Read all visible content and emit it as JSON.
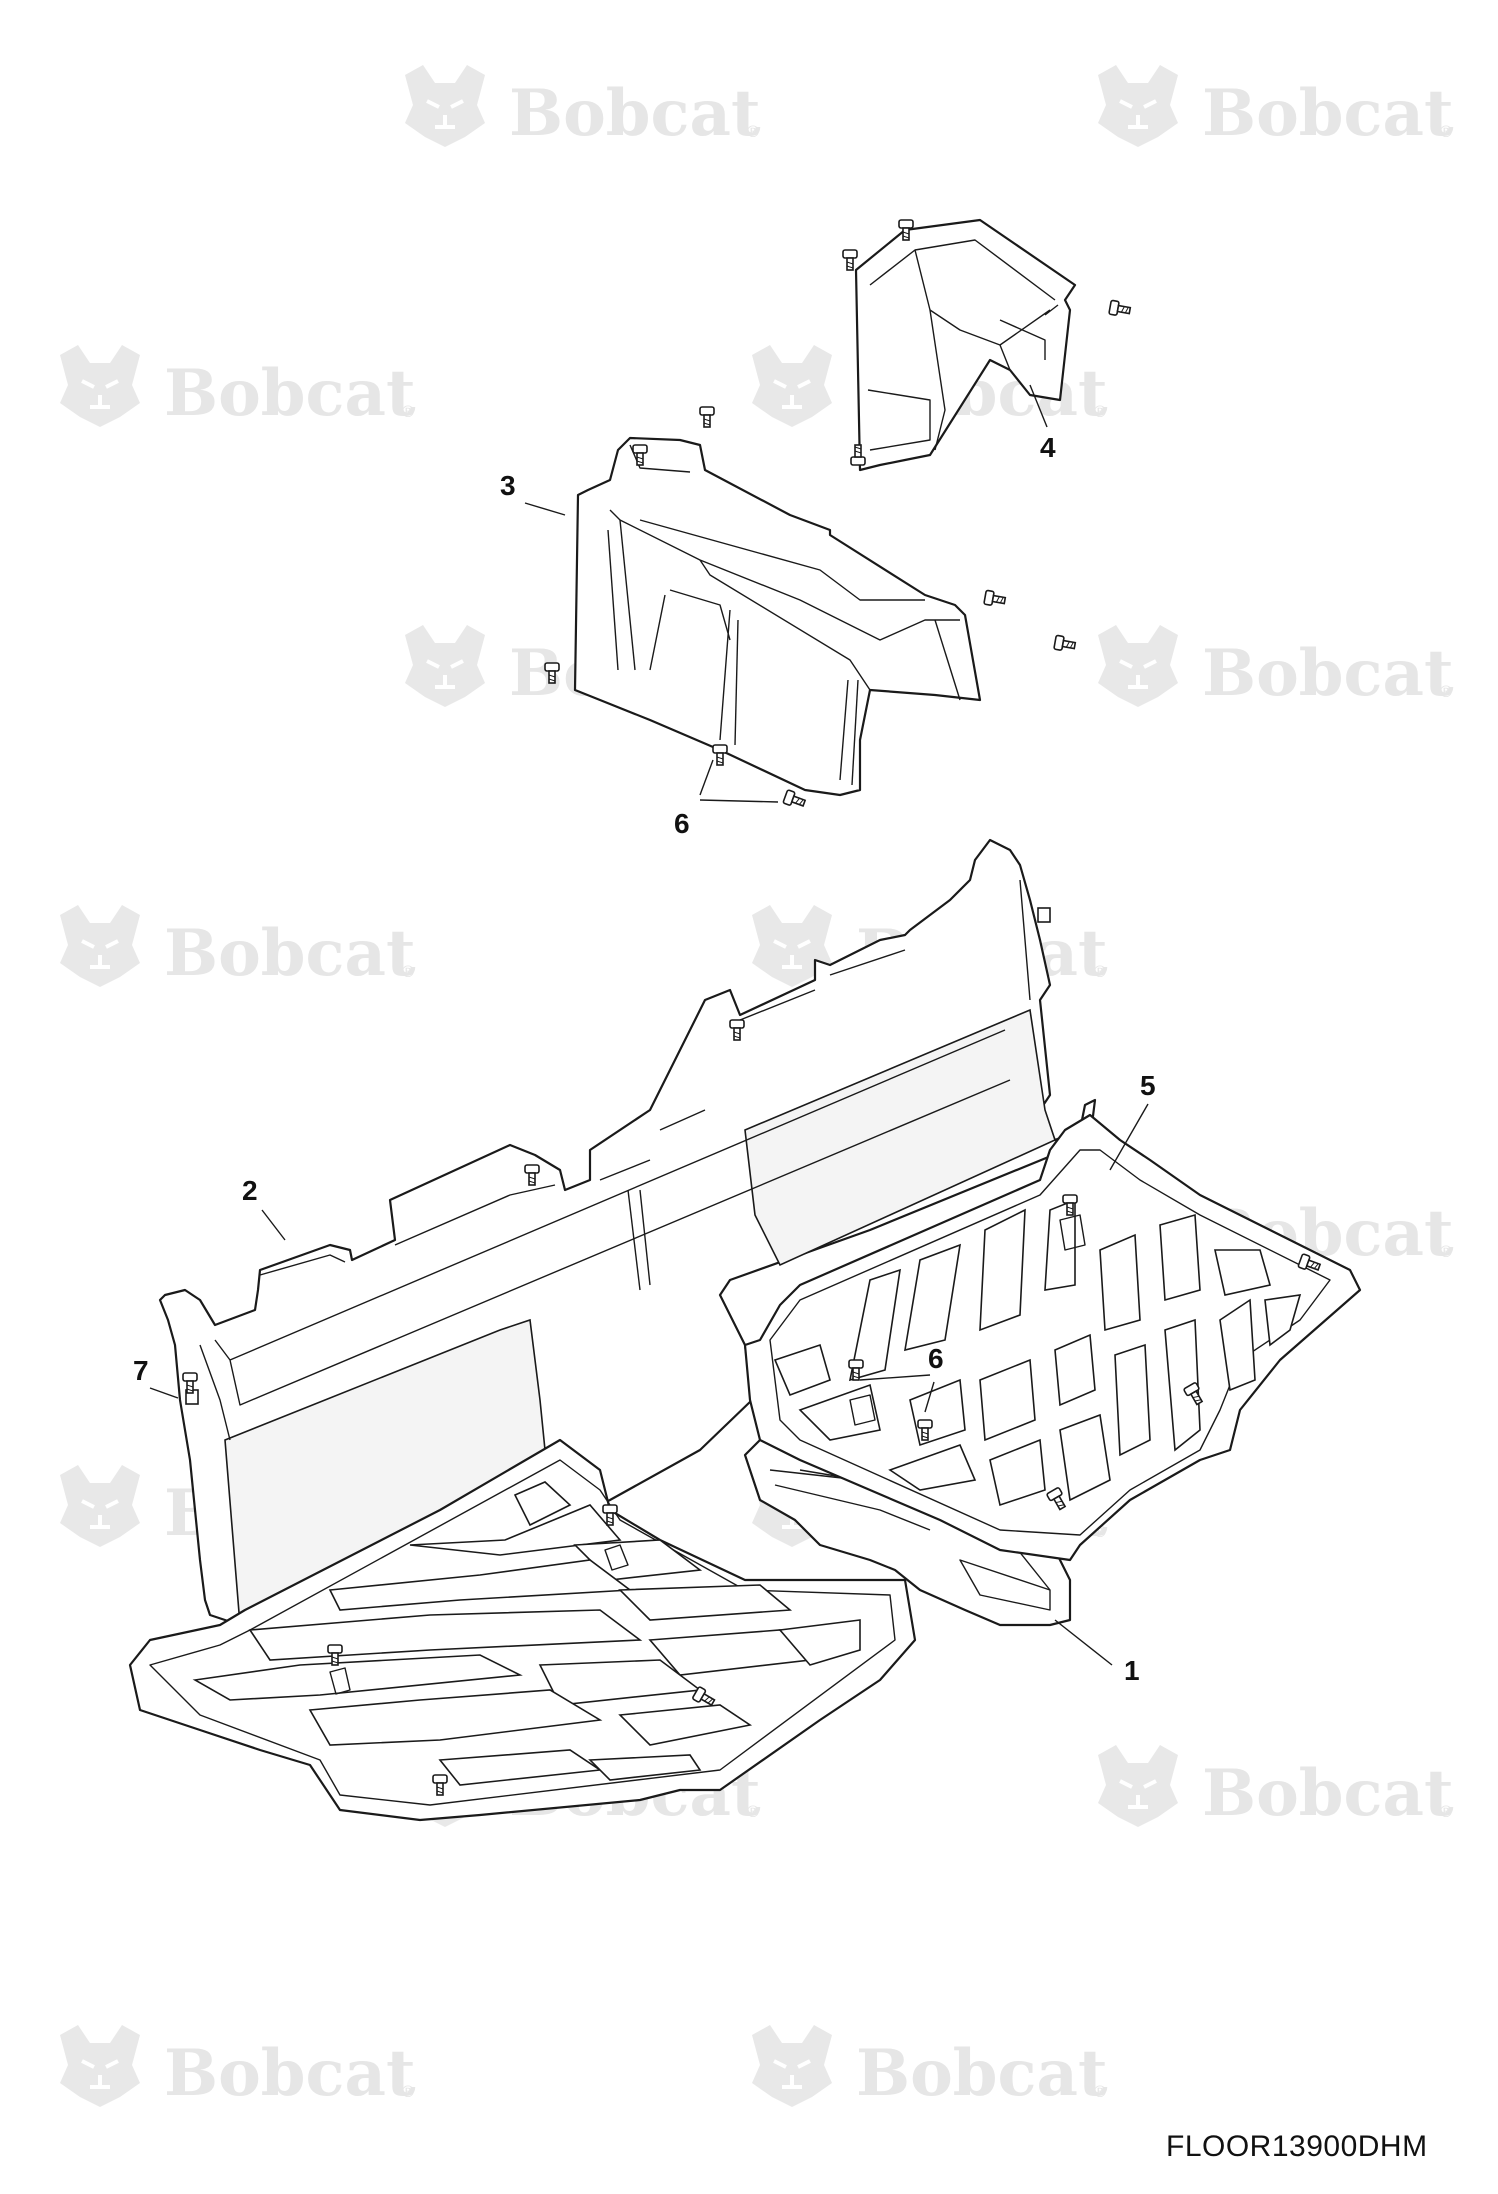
{
  "watermark": {
    "brand": "Bobcat",
    "registered_mark": "®"
  },
  "callouts": [
    {
      "id": "c1",
      "label": "1"
    },
    {
      "id": "c2",
      "label": "2"
    },
    {
      "id": "c3",
      "label": "3"
    },
    {
      "id": "c4",
      "label": "4"
    },
    {
      "id": "c5",
      "label": "5"
    },
    {
      "id": "c6a",
      "label": "6"
    },
    {
      "id": "c6b",
      "label": "6"
    },
    {
      "id": "c7",
      "label": "7"
    }
  ],
  "drawing_code": "FLOOR13900DHM",
  "colors": {
    "line": "#1a1a1a",
    "watermark": "#e6e6e6",
    "background": "#ffffff"
  }
}
